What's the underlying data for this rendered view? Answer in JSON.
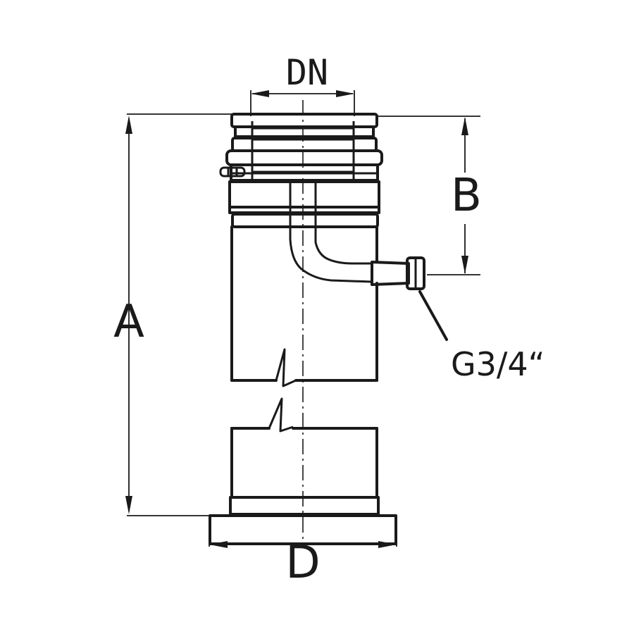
{
  "labels": {
    "dn": "DN",
    "a": "A",
    "b": "B",
    "d": "D",
    "thread": "G3/4“"
  }
}
